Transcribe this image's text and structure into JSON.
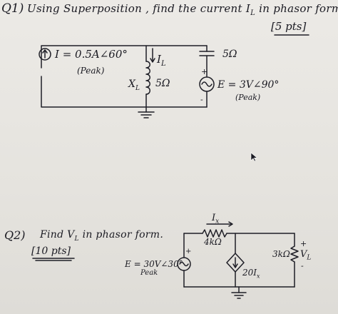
{
  "q1": {
    "title_number": "Q1)",
    "title_text": "Using Superposition , find the current I",
    "title_sub": "L",
    "title_tail": " in phasor form.",
    "points": "[5 pts]",
    "current_source_label": "I = 0.5A∠60°",
    "current_source_peak": "(Peak)",
    "il_label": "I",
    "il_sub": "L",
    "inductor_label": "X",
    "inductor_sub": "L",
    "inductor_value": "5Ω",
    "capacitor_value": "5Ω",
    "plus": "+",
    "minus": "-",
    "voltage_source_label": "E = 3V∠90°",
    "voltage_source_peak": "(Peak)"
  },
  "q2": {
    "title_number": "Q2)",
    "title_text": "Find V",
    "title_sub": "L",
    "title_tail": " in phasor form.",
    "points": "[10 pts]",
    "ix_label": "I",
    "ix_sub": "x",
    "resistor_4k": "4kΩ",
    "resistor_3k": "3kΩ",
    "vl_label": "V",
    "vl_sub": "L",
    "plus": "+",
    "minus": "-",
    "voltage_source_label": "E = 30V∠30°",
    "voltage_source_peak": "Peak",
    "dependent_source_label": "20I",
    "dependent_source_sub": "x"
  }
}
